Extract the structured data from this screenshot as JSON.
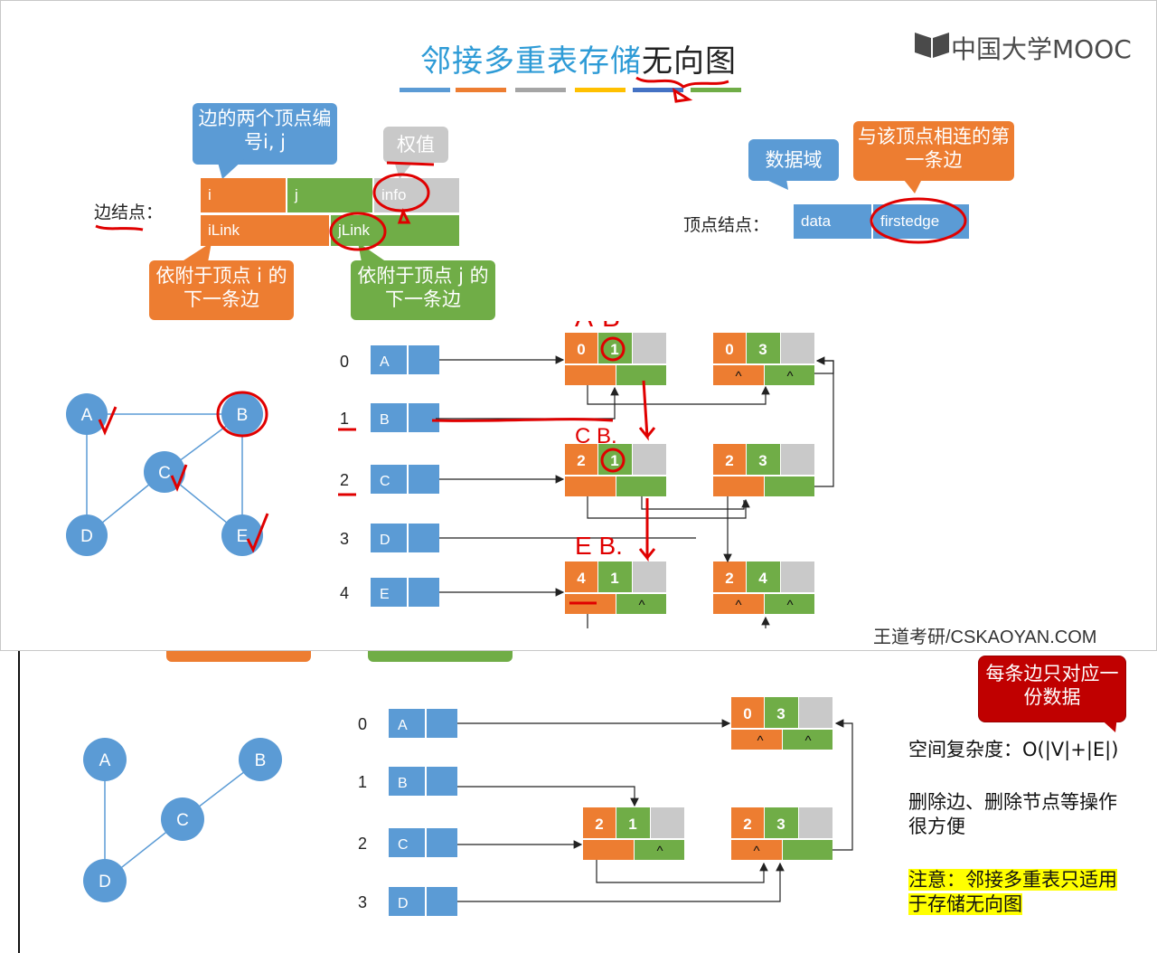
{
  "title": {
    "main": "邻接多重表存储",
    "highlight": "无向图"
  },
  "logo": {
    "text": "中国大学MOOC"
  },
  "colors": {
    "blue": "#5b9bd5",
    "orange": "#ed7d31",
    "green": "#70ad47",
    "grey": "#c9c9c9",
    "red_note": "#c00000"
  },
  "edge_node": {
    "label": "边结点：",
    "fields": [
      "i",
      "j",
      "info",
      "iLink",
      "jLink"
    ],
    "callout_ij": "边的两个顶点编号i, j",
    "callout_info": "权值",
    "callout_ilink": "依附于顶点 i 的下一条边",
    "callout_jlink": "依附于顶点 j 的下一条边"
  },
  "vertex_node": {
    "label": "顶点结点：",
    "fields": [
      "data",
      "firstedge"
    ],
    "callout_data": "数据域",
    "callout_firstedge": "与该顶点相连的第一条边"
  },
  "upper_graph": {
    "vertices": [
      "A",
      "B",
      "C",
      "D",
      "E"
    ],
    "indices": [
      "0",
      "1",
      "2",
      "3",
      "4"
    ],
    "edges": [
      {
        "i": "0",
        "j": "1",
        "ilink": "",
        "jlink": ""
      },
      {
        "i": "0",
        "j": "3",
        "ilink": "^",
        "jlink": "^"
      },
      {
        "i": "2",
        "j": "1",
        "ilink": "",
        "jlink": ""
      },
      {
        "i": "2",
        "j": "3",
        "ilink": "",
        "jlink": ""
      },
      {
        "i": "4",
        "j": "1",
        "ilink": "",
        "jlink": "^"
      },
      {
        "i": "2",
        "j": "4",
        "ilink": "^",
        "jlink": "^"
      }
    ],
    "annotations": [
      "A-B",
      "C B.",
      "E B."
    ]
  },
  "lower_graph": {
    "vertices": [
      "A",
      "B",
      "C",
      "D"
    ],
    "indices": [
      "0",
      "1",
      "2",
      "3"
    ],
    "edges": [
      {
        "i": "0",
        "j": "3",
        "ilink": "^",
        "jlink": "^"
      },
      {
        "i": "2",
        "j": "1",
        "ilink": "",
        "jlink": "^"
      },
      {
        "i": "2",
        "j": "3",
        "ilink": "^",
        "jlink": ""
      }
    ]
  },
  "notes": {
    "red_callout": "每条边只对应一份数据",
    "space": "空间复杂度：O(|V|+|E|)",
    "ops": "删除边、删除节点等操作很方便",
    "warning": "注意：邻接多重表只适用于存储无向图"
  },
  "footer": "王道考研/CSKAOYAN.COM"
}
